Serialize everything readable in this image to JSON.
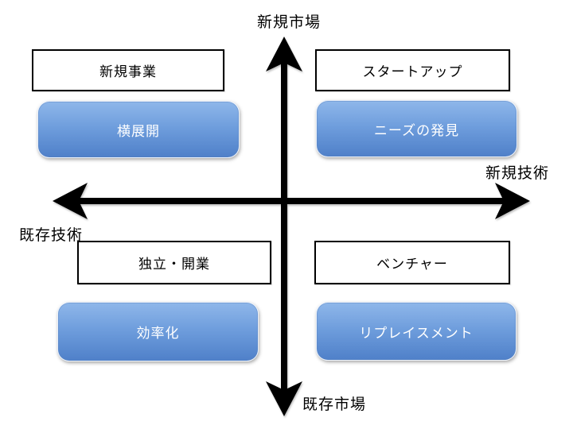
{
  "diagram": {
    "title": "market-technology-quadrant-matrix",
    "axis_labels": {
      "top": "新規市場",
      "bottom": "既存市場",
      "left": "既存技術",
      "right": "新規技術"
    },
    "quadrants": {
      "top_left": {
        "category": "新規事業",
        "strategy": "横展開"
      },
      "top_right": {
        "category": "スタートアップ",
        "strategy": "ニーズの発見"
      },
      "bottom_left": {
        "category": "独立・開業",
        "strategy": "効率化"
      },
      "bottom_right": {
        "category": "ベンチャー",
        "strategy": "リプレイスメント"
      }
    },
    "colors": {
      "axis": "#000000",
      "category_box_bg": "#ffffff",
      "category_box_border": "#000000",
      "strategy_box_gradient_top": "#8fb7ea",
      "strategy_box_gradient_bottom": "#4f80c9",
      "strategy_box_text": "#ffffff",
      "background": "#ffffff"
    }
  }
}
